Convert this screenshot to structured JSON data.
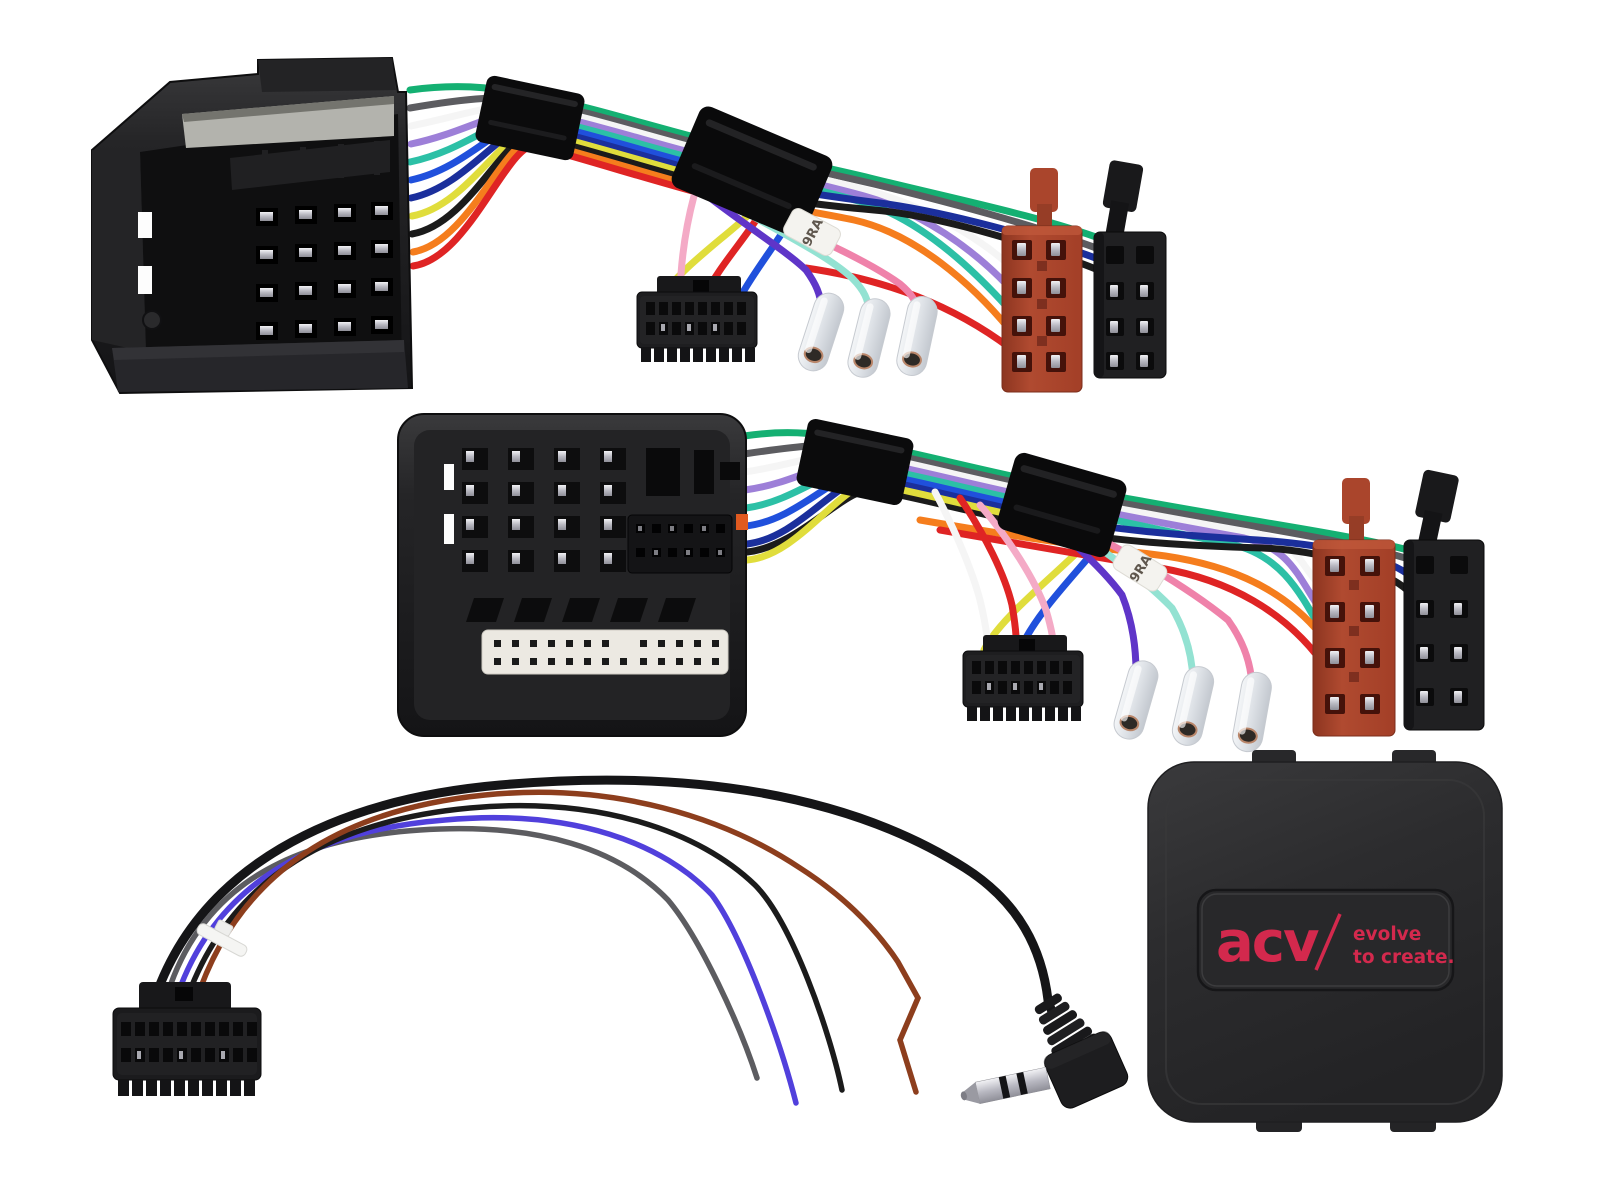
{
  "scene": {
    "kind": "product-photo",
    "background": "#ffffff"
  },
  "items": {
    "harness_rear_view": {
      "component_names": [
        "quadlock-connector-rear",
        "loom-tape-wrap",
        "remote-connector-20pin",
        "crimp-terminals",
        "iso-power-connector-red",
        "iso-speaker-connector-black"
      ]
    },
    "harness_front_view": {
      "component_names": [
        "quadlock-connector-front",
        "loom-tape-wrap",
        "remote-connector-20pin",
        "crimp-terminals",
        "iso-power-connector-red",
        "iso-speaker-connector-black"
      ]
    },
    "patch_lead": {
      "component_names": [
        "remote-connector-20pin",
        "cable-tie",
        "bare-wire-ends",
        "jack-plug-35mm"
      ],
      "bare_wire_colors": [
        "gray",
        "violet",
        "black",
        "brown"
      ]
    },
    "interface_box": {
      "logo": {
        "brand": "acv",
        "slash": "/",
        "tagline_line1": "evolve",
        "tagline_line2": "to create."
      }
    }
  },
  "labels": {
    "wire_sleeve_print": "9RA"
  },
  "palette": {
    "plastic": "#1e1e20",
    "plastic_deep": "#0c0c0d",
    "tape": "#0b0b0c",
    "iso_red_face": "#b04a30",
    "iso_red_dark": "#8c3520",
    "iso_red_tab": "#aa452c",
    "terminal": "#e9ebee",
    "box": "#2d2d2f",
    "plate": "#28282a",
    "logo_red": "#d3294d",
    "label": "#f4f3ef",
    "insert_white": "#ece9e2",
    "metal": "#c9c9cf",
    "wires": {
      "green": "#14b072",
      "teal": "#2cc0a6",
      "mint": "#93e2d2",
      "white": "#f5f5f5",
      "purple": "#5f35c8",
      "lavender": "#9d7fd8",
      "blue": "#2050dc",
      "navy": "#1b2f9c",
      "yellow": "#e0dd3c",
      "black": "#1b1b1b",
      "gray": "#5c5c60",
      "orange": "#f57d1d",
      "red": "#df2424",
      "pink": "#f4aac6",
      "rose": "#ef82aa",
      "brown": "#8d3e1d",
      "violet": "#5140dc",
      "cable": "#151517"
    }
  }
}
